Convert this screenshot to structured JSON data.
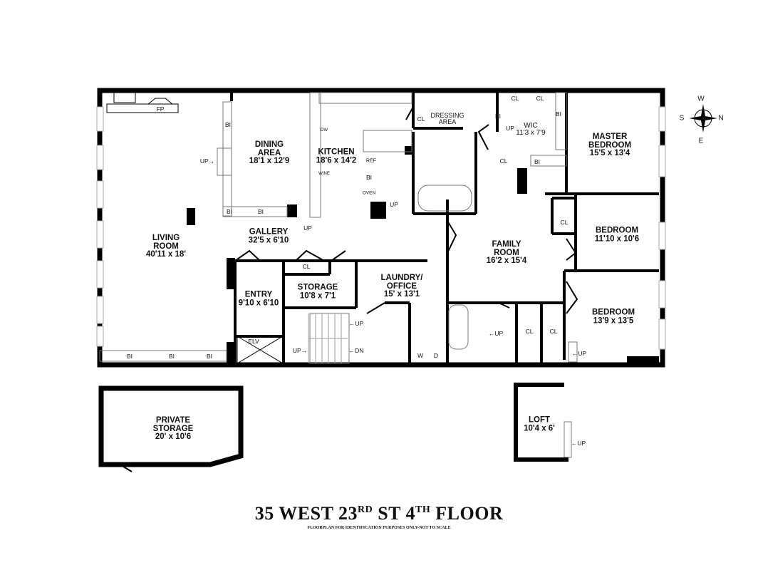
{
  "title": {
    "address_prefix": "35 WEST 23",
    "address_suffix_sup": "RD",
    "street": " ST 4",
    "floor_sup": "TH",
    "floor_word": " FLOOR",
    "disclaimer": "FLOORPLAN FOR IDENTIFICATION PURPOSES ONLY-NOT TO SCALE"
  },
  "compass": {
    "top": "W",
    "bottom": "E",
    "left": "S",
    "right": "N"
  },
  "rooms": {
    "living": {
      "name_1": "LIVING",
      "name_2": "ROOM",
      "dim": "40'11 x 18'"
    },
    "dining": {
      "name_1": "DINING",
      "name_2": "AREA",
      "dim": "18'1 x 12'9"
    },
    "kitchen": {
      "name": "KITCHEN",
      "dim": "18'6 x 14'2"
    },
    "dressing": {
      "name_1": "DRESSING",
      "name_2": "AREA"
    },
    "wic": {
      "name": "WIC",
      "dim": "11'3 x 7'9"
    },
    "master": {
      "name_1": "MASTER",
      "name_2": "BEDROOM",
      "dim": "15'5 x 13'4"
    },
    "gallery": {
      "name": "GALLERY",
      "dim": "32'5 x 6'10"
    },
    "family": {
      "name_1": "FAMILY",
      "name_2": "ROOM",
      "dim": "16'2 x 15'4"
    },
    "bedroom2": {
      "name": "BEDROOM",
      "dim": "11'10 x 10'6"
    },
    "bedroom3": {
      "name": "BEDROOM",
      "dim": "13'9 x 13'5"
    },
    "entry": {
      "name": "ENTRY",
      "dim": "9'10 x 6'10"
    },
    "storage": {
      "name": "STORAGE",
      "dim": "10'8 x 7'1"
    },
    "laundry": {
      "name_1": "LAUNDRY/",
      "name_2": "OFFICE",
      "dim": "15' x 13'1"
    },
    "private_storage": {
      "name_1": "PRIVATE",
      "name_2": "STORAGE",
      "dim": "20' x 10'6"
    },
    "loft": {
      "name": "LOFT",
      "dim": "10'4 x 6'"
    }
  },
  "fixtures": {
    "fp": "FP",
    "bi": "BI",
    "cl": "CL",
    "up": "UP",
    "dn": "DN",
    "elv": "ELV",
    "ref": "REF",
    "oven": "OVEN",
    "dw": "DW",
    "wine": "WINE",
    "w": "W",
    "d": "D",
    "up_right": "UP→",
    "up_left": "←UP",
    "dn_left": "←DN"
  },
  "colors": {
    "wall": "#000000",
    "thin_line": "#777777",
    "window": "#aaaaaa",
    "background": "#ffffff"
  }
}
